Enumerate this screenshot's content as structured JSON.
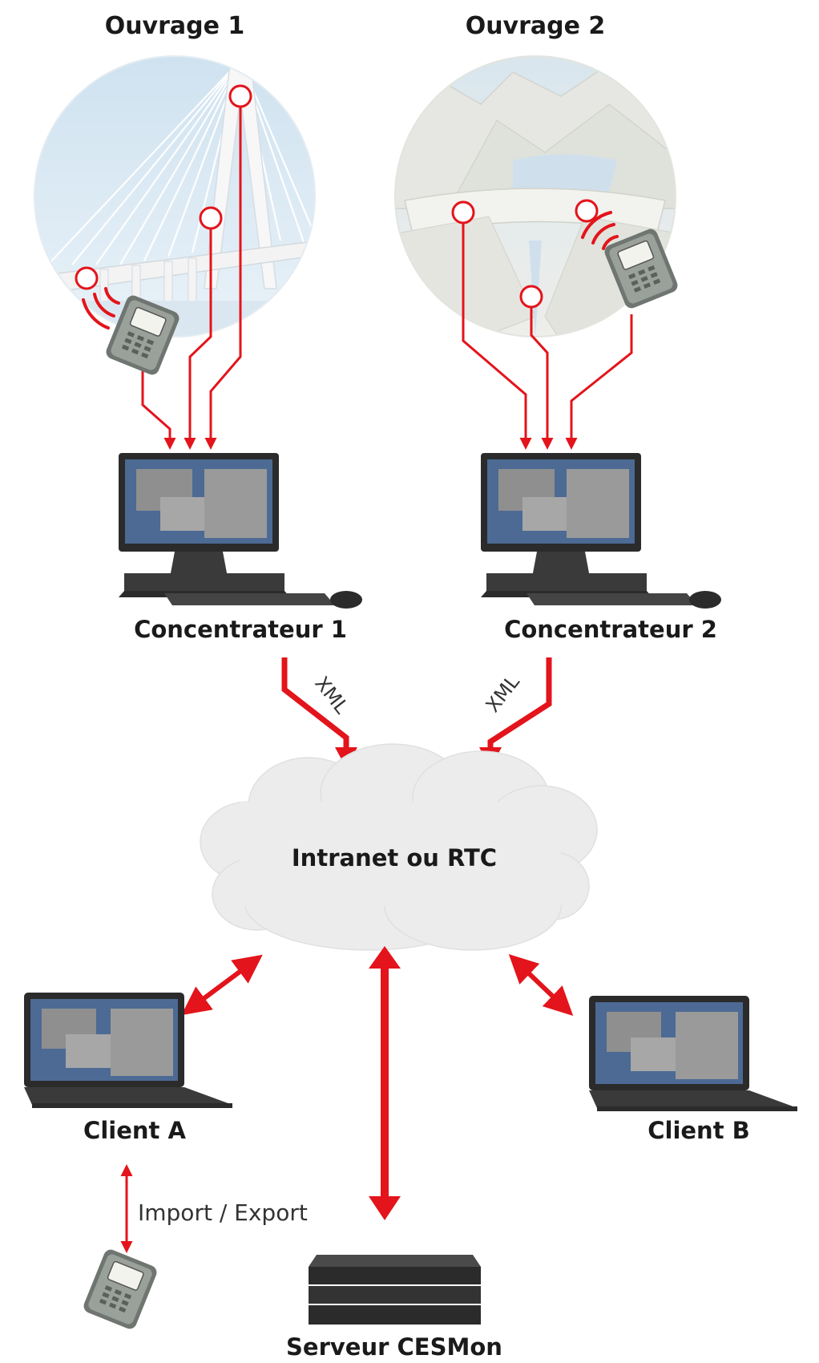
{
  "sites": [
    {
      "label": "Ouvrage 1"
    },
    {
      "label": "Ouvrage 2"
    }
  ],
  "concentrators": [
    {
      "label": "Concentrateur 1",
      "link_label": "XML"
    },
    {
      "label": "Concentrateur 2",
      "link_label": "XML"
    }
  ],
  "network": {
    "label": "Intranet ou RTC"
  },
  "clients": [
    {
      "label": "Client A"
    },
    {
      "label": "Client B"
    }
  ],
  "sync": {
    "label": "Import / Export"
  },
  "server": {
    "label": "Serveur CESMon"
  },
  "colors": {
    "accent": "#e3141b",
    "screen": "#4c6a94",
    "device": "#2e2e2e",
    "cloud": "#ececec"
  }
}
